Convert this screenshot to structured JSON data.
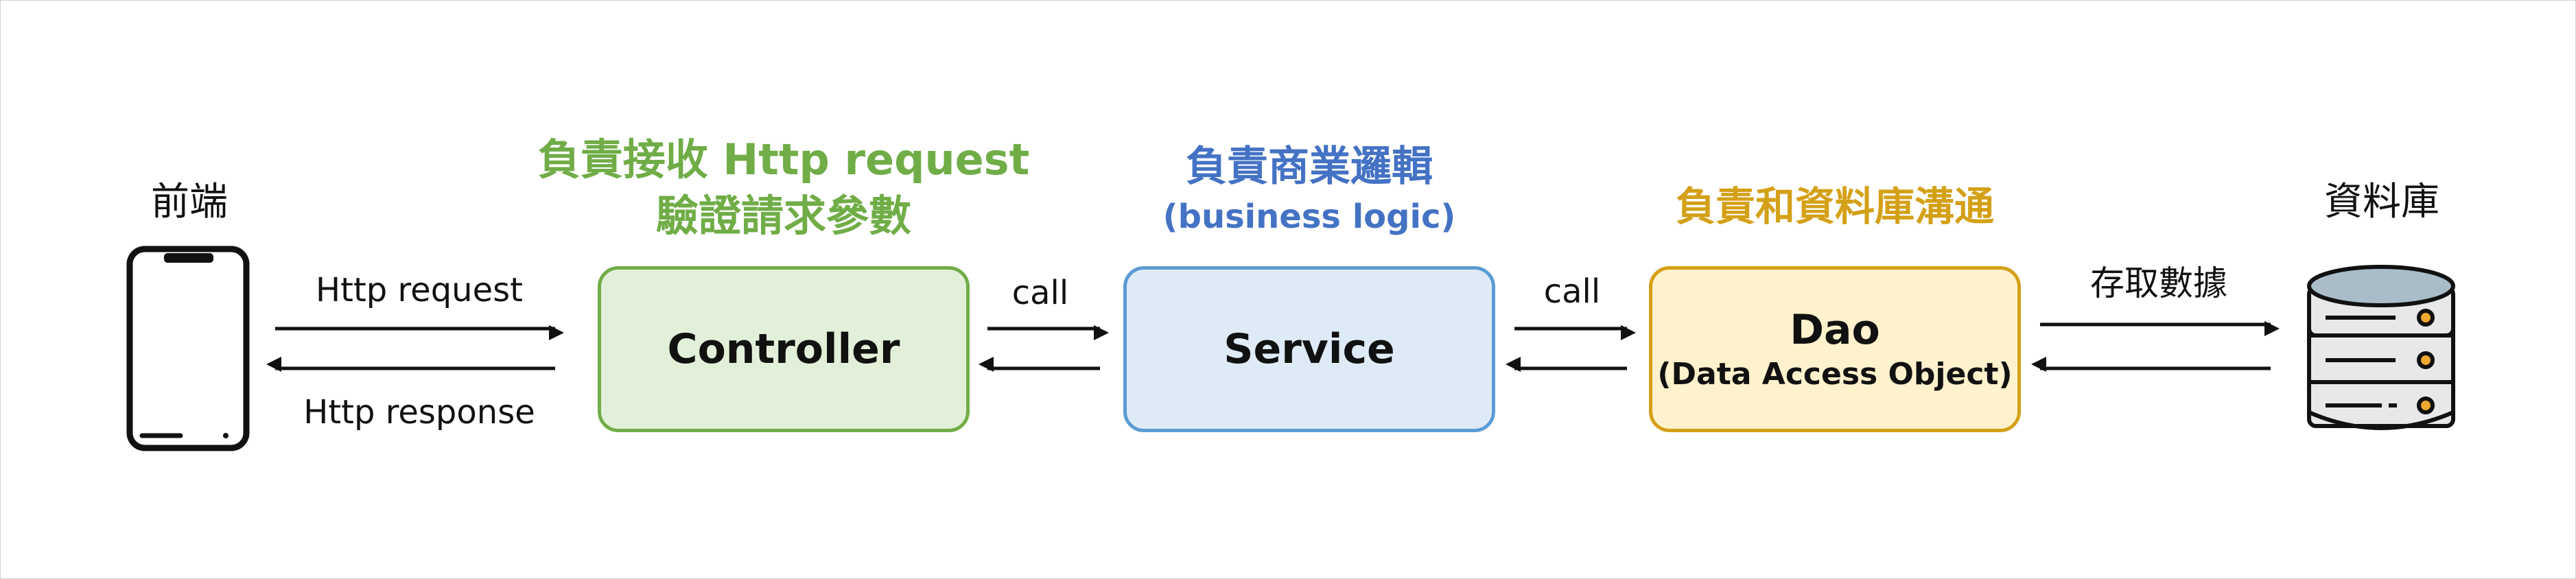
{
  "frontend": {
    "label": "前端",
    "icon": "smartphone-icon"
  },
  "database": {
    "label": "資料庫",
    "icon": "database-server-icon"
  },
  "controller": {
    "title_line1": "負責接收 Http request",
    "title_line2": "驗證請求參數",
    "box_label": "Controller"
  },
  "service": {
    "title_line1": "負責商業邏輯",
    "title_line2": "(business logic)",
    "box_label": "Service"
  },
  "dao": {
    "title": "負責和資料庫溝通",
    "box_label": "Dao",
    "box_sublabel": "(Data Access Object)"
  },
  "arrows": {
    "http_request": "Http request",
    "http_response": "Http response",
    "call_1": "call",
    "call_2": "call",
    "db_access": "存取數據"
  },
  "colors": {
    "controller_fill": "#e2f0d9",
    "controller_border": "#70ad47",
    "service_fill": "#deebf7",
    "service_border": "#5b9bd5",
    "dao_fill": "#fff2cc",
    "dao_border": "#d4a017"
  }
}
